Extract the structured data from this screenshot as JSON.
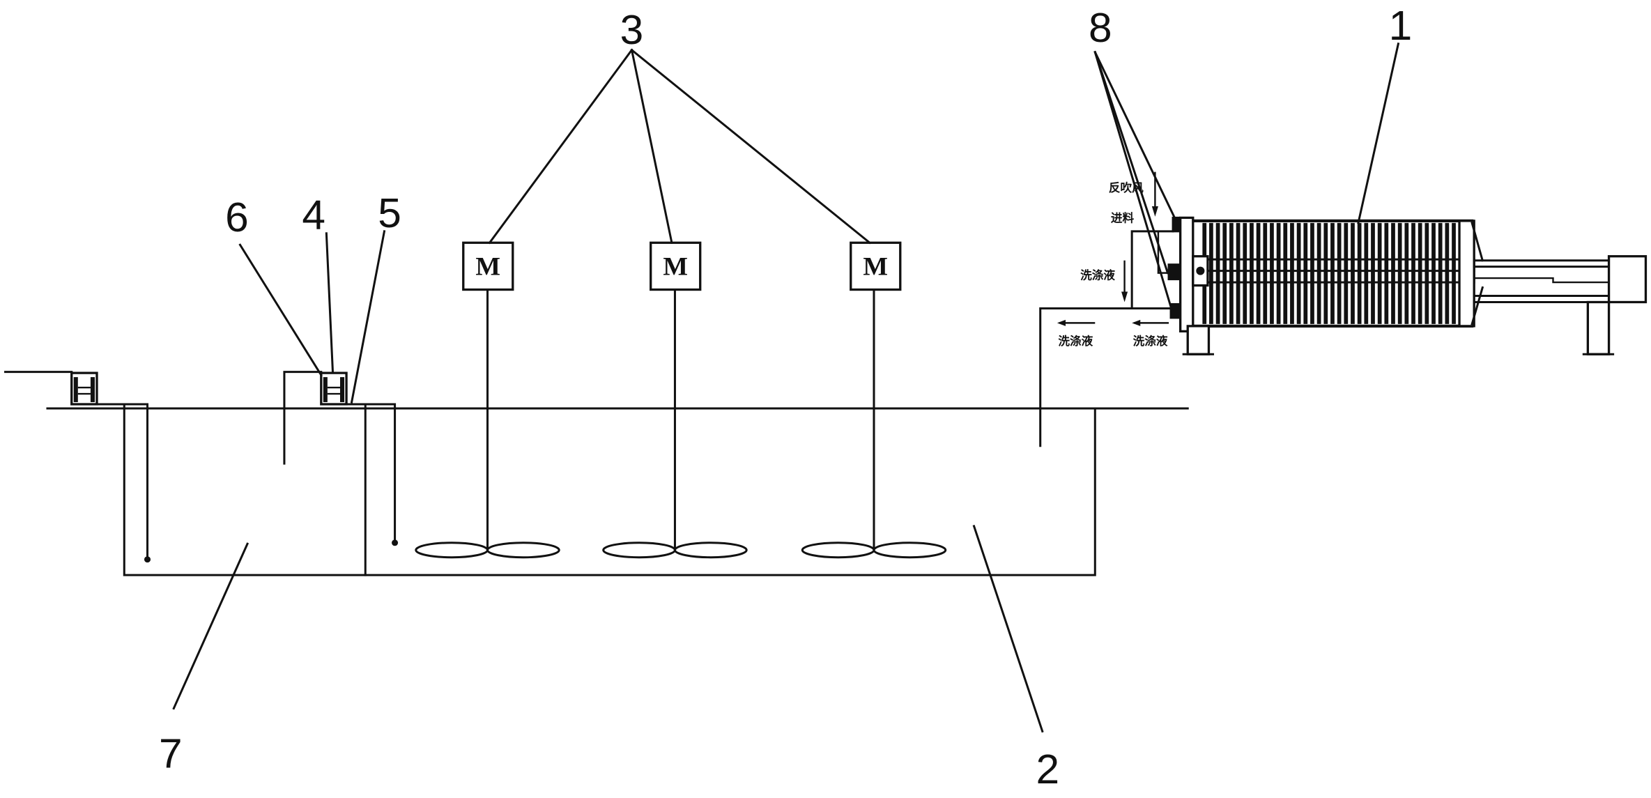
{
  "callouts": {
    "c1": "1",
    "c2": "2",
    "c3": "3",
    "c4": "4",
    "c5": "5",
    "c6": "6",
    "c7": "7",
    "c8": "8"
  },
  "motors": [
    "M",
    "M",
    "M"
  ],
  "press_labels": {
    "top": "反吹风",
    "feed": "进料",
    "wash": "洗涤液",
    "bottom_left": "洗涤液",
    "bottom_right": "洗涤液"
  },
  "colors": {
    "ink": "#111111",
    "background": "#ffffff"
  }
}
